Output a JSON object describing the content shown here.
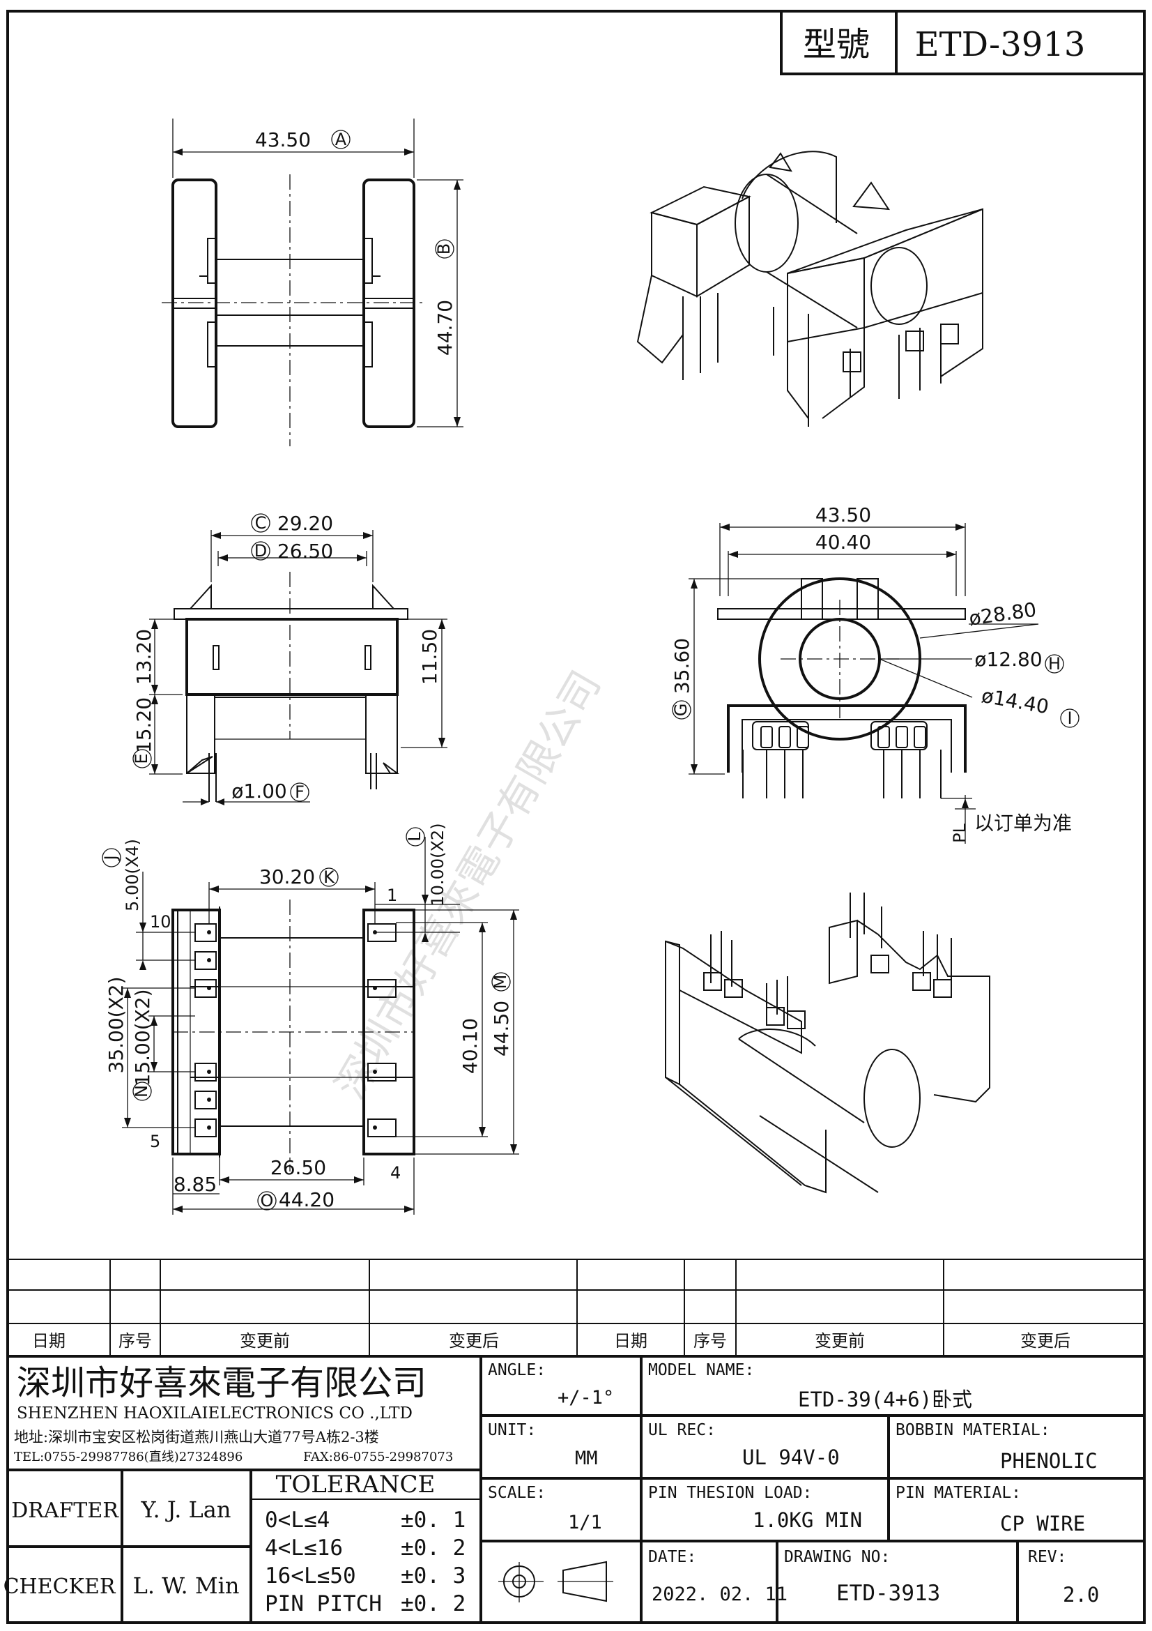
{
  "header": {
    "model_label": "型號",
    "model_value": "ETD-3913"
  },
  "watermark": "深圳市好喜來電子有限公司",
  "top_view": {
    "width_dim": "43.50",
    "width_tag": "A",
    "height_dim": "44.70",
    "height_tag": "B"
  },
  "side_view": {
    "c_tag": "C",
    "c_dim": "29.20",
    "d_tag": "D",
    "d_dim": "26.50",
    "upper_dim": "13.20",
    "lower_dim": "15.20",
    "lower_tag": "E",
    "right_dim": "11.50",
    "pin_dim": "ø1.00",
    "pin_tag": "F"
  },
  "front_view": {
    "outer_dim": "43.50",
    "inner_dim": "40.40",
    "height_dim": "35.60",
    "height_tag": "G",
    "d1": "ø28.80",
    "d2": "ø12.80",
    "d2_tag": "H",
    "d3": "ø14.40",
    "d3_tag": "I",
    "pl_label": "PL",
    "pl_note": "以订单为准"
  },
  "bottom_view": {
    "j_tag": "J",
    "j_dim": "5.00(X4)",
    "k_dim": "30.20",
    "k_tag": "K",
    "l_tag": "L",
    "l_dim": "10.00(X2)",
    "m_tag": "M",
    "m_dim": "44.50",
    "inner_dim": "40.10",
    "n_dim": "35.00(X2)",
    "n2_tag": "N",
    "n2_dim": "15.00(X2)",
    "bottom_inner": "26.50",
    "left_offset": "8.85",
    "o_tag": "O",
    "o_dim": "44.20",
    "pin_1": "1",
    "pin_10": "10",
    "pin_5": "5",
    "pin_4": "4"
  },
  "revision_table": {
    "headers": [
      "日期",
      "序号",
      "变更前",
      "变更后",
      "日期",
      "序号",
      "变更前",
      "变更后"
    ]
  },
  "title_block": {
    "company_cn": "深圳市好喜來電子有限公司",
    "company_en": "SHENZHEN  HAOXILAIELECTRONICS  CO  .,LTD",
    "address": "地址:深圳市宝安区松岗街道燕川燕山大道77号A栋2-3楼",
    "tel": "TEL:0755-29987786(直线)27324896",
    "fax": "FAX:86-0755-29987073",
    "drafter_label": "DRAFTER",
    "drafter_name": "Y. J. Lan",
    "checker_label": "CHECKER",
    "checker_name": "L. W. Min",
    "tolerance_title": "TOLERANCE",
    "tolerance_rows": [
      {
        "range": "0<L≤4",
        "value": "±0. 1"
      },
      {
        "range": "4<L≤16",
        "value": "±0. 2"
      },
      {
        "range": "16<L≤50",
        "value": "±0. 3"
      },
      {
        "range": "PIN PITCH",
        "value": "±0. 2"
      }
    ],
    "angle_label": "ANGLE:",
    "angle_value": "+/-1°",
    "unit_label": "UNIT:",
    "unit_value": "MM",
    "scale_label": "SCALE:",
    "scale_value": "1/1",
    "model_name_label": "MODEL NAME:",
    "model_name_value": "ETD-39(4+6)卧式",
    "ul_label": "UL REC:",
    "ul_value": "UL 94V-0",
    "bobbin_label": "BOBBIN MATERIAL:",
    "bobbin_value": "PHENOLIC",
    "pin_load_label": "PIN THESION LOAD:",
    "pin_load_value": "1.0KG MIN",
    "pin_mat_label": "PIN MATERIAL:",
    "pin_mat_value": "CP   WIRE",
    "date_label": "DATE:",
    "date_value": "2022. 02. 11",
    "drawing_no_label": "DRAWING NO:",
    "drawing_no_value": "ETD-3913",
    "rev_label": "REV:",
    "rev_value": "2.0"
  }
}
